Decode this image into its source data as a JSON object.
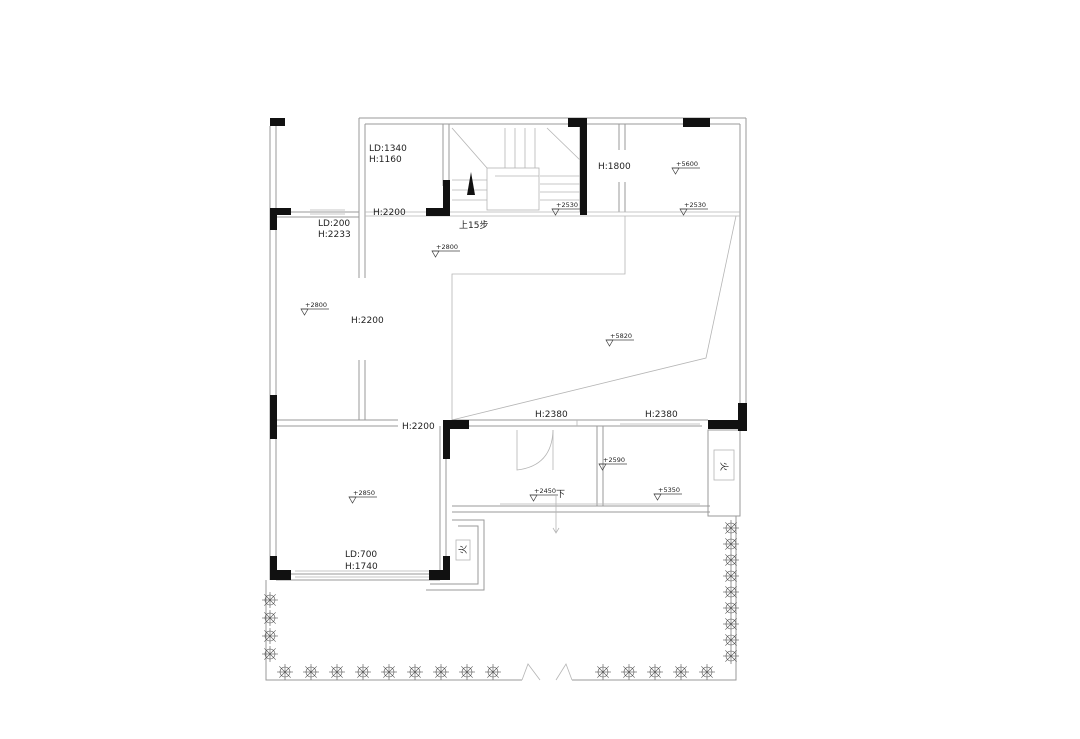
{
  "room_labels": {
    "ld_1340": "LD:1340",
    "h_1160": "H:1160",
    "h_1800": "H:1800",
    "ld_200": "LD:200",
    "h_2233": "H:2233",
    "h_2200_top": "H:2200",
    "stairs_up": "上15步",
    "h_2200_living": "H:2200",
    "h_2200_mid": "H:2200",
    "h_2380_left": "H:2380",
    "h_2380_right": "H:2380",
    "down_arrow_label": "下",
    "ld_700": "LD:700",
    "h_1740": "H:1740",
    "stove_mark_1": "火",
    "stove_mark_2": "火"
  },
  "elevations": [
    {
      "id": "e5600",
      "text": "+5600"
    },
    {
      "id": "e2530a",
      "text": "+2530"
    },
    {
      "id": "e2530b",
      "text": "+2530"
    },
    {
      "id": "e2800a",
      "text": "+2800"
    },
    {
      "id": "e2800b",
      "text": "+2800"
    },
    {
      "id": "e5820",
      "text": "+5820"
    },
    {
      "id": "e2590",
      "text": "+2590"
    },
    {
      "id": "e2450",
      "text": "+2450"
    },
    {
      "id": "e5350",
      "text": "+5350"
    },
    {
      "id": "e2850",
      "text": "+2850"
    }
  ]
}
